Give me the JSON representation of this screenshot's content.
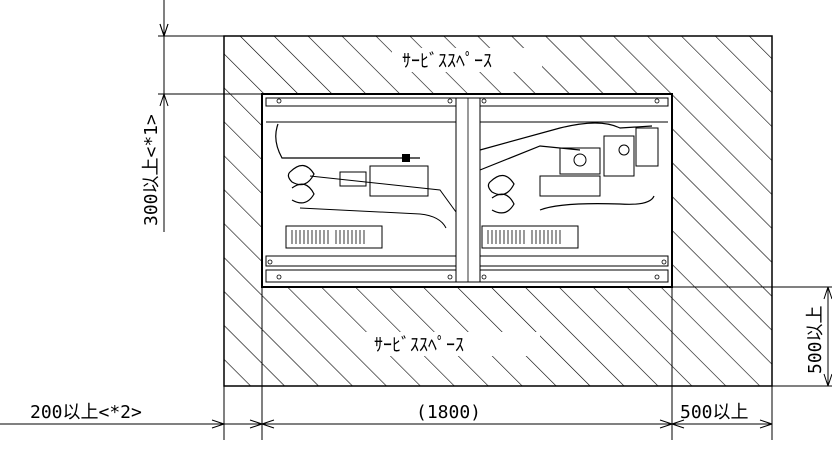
{
  "labels": {
    "service_space_top": "ｻｰﾋﾞｽｽﾍﾟｰｽ",
    "service_space_bottom": "ｻｰﾋﾞｽｽﾍﾟｰｽ",
    "dim_left_vertical": "300以上<*1>",
    "dim_right_vertical": "500以上",
    "dim_left_bottom": "200以上<*2>",
    "dim_width": "(1800)",
    "dim_right_bottom": "500以上"
  }
}
